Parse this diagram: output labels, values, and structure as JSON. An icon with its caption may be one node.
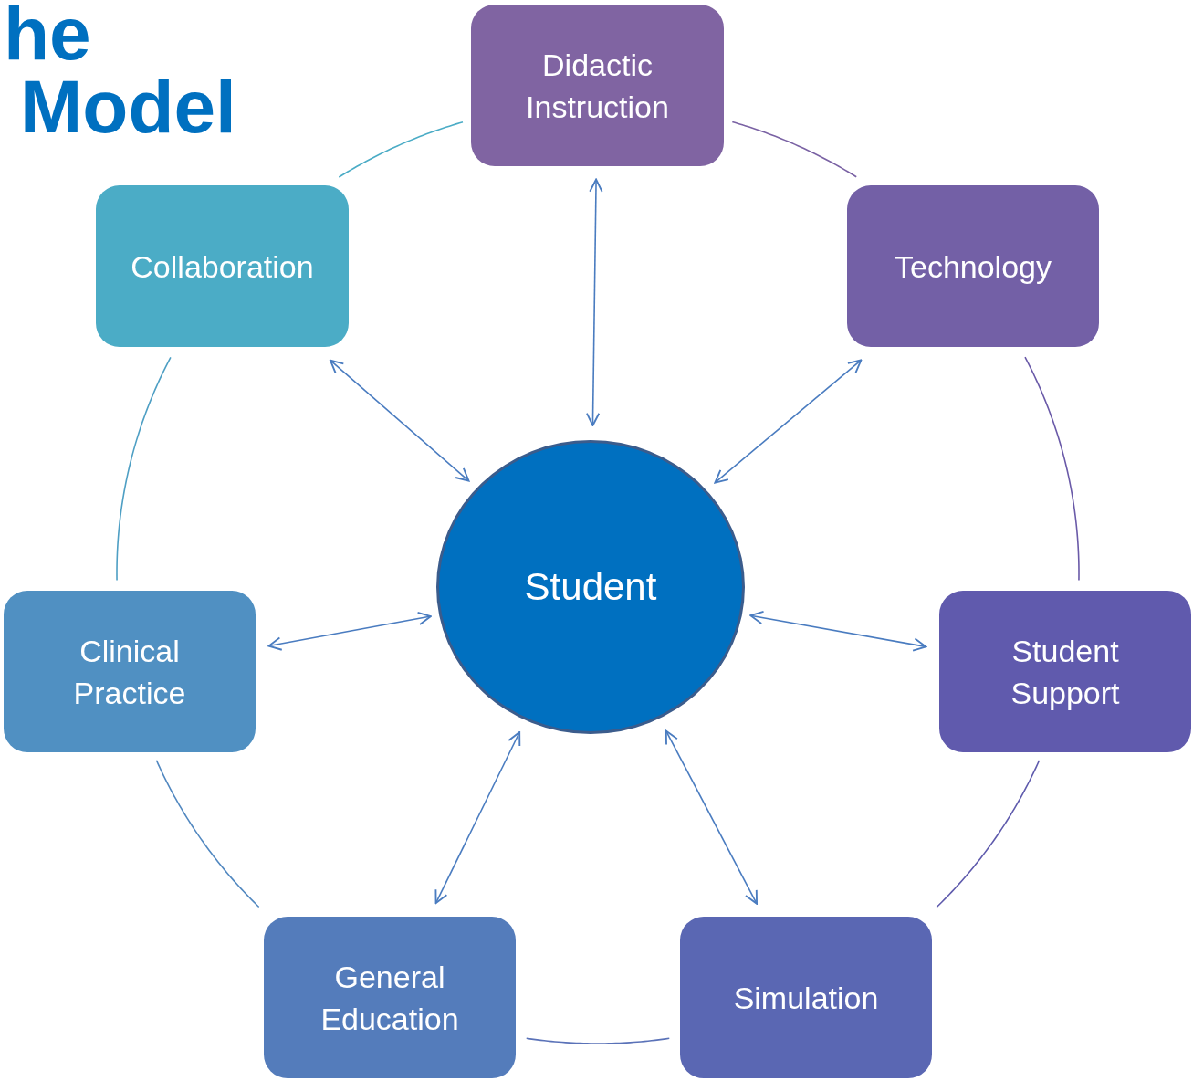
{
  "diagram": {
    "title": "Model",
    "nodes": [
      {
        "text": [
          "Didactic Instruction"
        ]
      },
      {
        "text": [
          "Technology"
        ]
      },
      {
        "text": [
          "Student Support"
        ]
      },
      {
        "text": [
          "Simulation"
        ]
      },
      {
        "text": [
          "General Education"
        ]
      },
      {
        "text": [
          "Clinical Practice"
        ]
      },
      {
        "text": [
          "Collaboration"
        ]
      },
      {
        "text": [
          "Student"
        ]
      }
    ],
    "edges": [
      {
        "from": 0,
        "to": 7,
        "arrow": "both"
      },
      {
        "from": 1,
        "to": 7,
        "arrow": "both"
      },
      {
        "from": 2,
        "to": 7,
        "arrow": "both"
      },
      {
        "from": 3,
        "to": 7,
        "arrow": "both"
      },
      {
        "from": 4,
        "to": 7,
        "arrow": "both"
      },
      {
        "from": 5,
        "to": 7,
        "arrow": "both"
      },
      {
        "from": 6,
        "to": 7,
        "arrow": "both"
      },
      {
        "from": 6,
        "to": 0,
        "arrow": "none",
        "color": "#4bacc6"
      },
      {
        "from": 0,
        "to": 1,
        "arrow": "none",
        "color": "#7a62a4"
      },
      {
        "from": 1,
        "to": 2,
        "arrow": "none",
        "color": "#6a5aa8"
      },
      {
        "from": 2,
        "to": 3,
        "arrow": "none",
        "color": "#5f5bad"
      },
      {
        "from": 3,
        "to": 4,
        "arrow": "none",
        "color": "#5a72b8"
      },
      {
        "from": 4,
        "to": 5,
        "arrow": "none",
        "color": "#5288c0"
      },
      {
        "from": 5,
        "to": 6,
        "arrow": "none",
        "color": "#4e9fc4"
      }
    ],
    "labels": [
      "he"
    ]
  }
}
